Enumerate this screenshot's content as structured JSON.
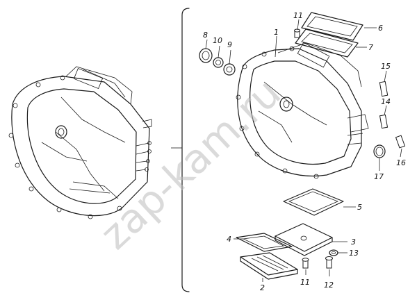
{
  "watermark": "zap-kam.ru",
  "callouts": [
    {
      "id": "c1",
      "label": "1"
    },
    {
      "id": "c2",
      "label": "2"
    },
    {
      "id": "c3",
      "label": "3"
    },
    {
      "id": "c4",
      "label": "4"
    },
    {
      "id": "c5",
      "label": "5"
    },
    {
      "id": "c6",
      "label": "6"
    },
    {
      "id": "c7",
      "label": "7"
    },
    {
      "id": "c8",
      "label": "8"
    },
    {
      "id": "c9",
      "label": "9"
    },
    {
      "id": "c10",
      "label": "10"
    },
    {
      "id": "c11a",
      "label": "11"
    },
    {
      "id": "c11b",
      "label": "11"
    },
    {
      "id": "c12",
      "label": "12"
    },
    {
      "id": "c13",
      "label": "13"
    },
    {
      "id": "c14",
      "label": "14"
    },
    {
      "id": "c15",
      "label": "15"
    },
    {
      "id": "c16",
      "label": "16"
    },
    {
      "id": "c17",
      "label": "17"
    }
  ]
}
